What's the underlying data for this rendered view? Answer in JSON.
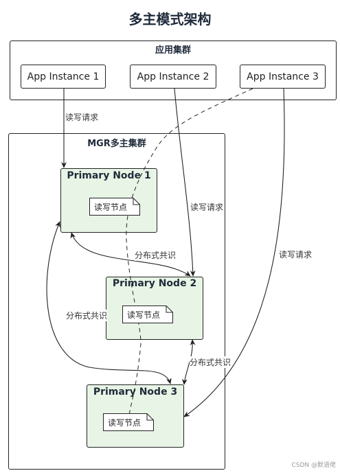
{
  "title": "多主模式架构",
  "app_cluster": {
    "label": "应用集群",
    "instances": [
      "App Instance 1",
      "App Instance 2",
      "App Instance 3"
    ]
  },
  "mgr_cluster": {
    "label": "MGR多主集群",
    "nodes": [
      {
        "label": "Primary Node 1",
        "note": "读写节点"
      },
      {
        "label": "Primary Node 2",
        "note": "读写节点"
      },
      {
        "label": "Primary Node 3",
        "note": "读写节点"
      }
    ]
  },
  "edge_labels": {
    "app1_to_node1": "读写请求",
    "app2_to_node2": "读写请求",
    "app3_to_node3": "读写请求",
    "node1_node2": "分布式共识",
    "node1_node3": "分布式共识",
    "node2_node3": "分布式共识"
  },
  "watermark": "CSDN @默语佬",
  "colors": {
    "node_fill": "#e8f5e6",
    "line": "#222222"
  }
}
